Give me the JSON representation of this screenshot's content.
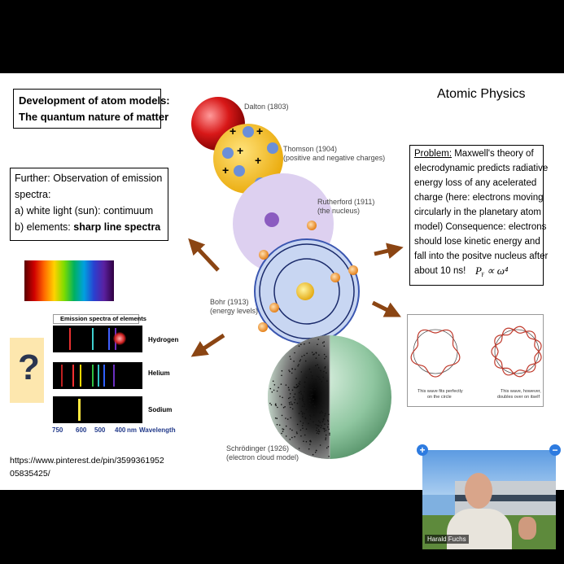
{
  "slide": {
    "title_box": {
      "line1": "Development of atom models:",
      "line2": "The quantum nature of matter"
    },
    "heading": "Atomic Physics",
    "left_box": {
      "line1": "Further: Observation of emission",
      "line2": "spectra:",
      "line3": "a) white light (sun): contimuum",
      "line4_prefix": "b) elements: ",
      "line4_bold": "sharp line spectra"
    },
    "emission": {
      "title": "Emission spectra of elements",
      "rows": [
        "Hydrogen",
        "Helium",
        "Sodium"
      ],
      "axis_ticks": [
        "750",
        "600",
        "500",
        "400",
        "nm"
      ],
      "axis_label": "Wavelength"
    },
    "question_mark": "?",
    "url": {
      "line1": "https://www.pinterest.de/pin/3599361952",
      "line2": "05835425/"
    },
    "atom_labels": {
      "dalton": "Dalton (1803)",
      "thomson_1": "Thomson (1904)",
      "thomson_2": "(positive and negative charges)",
      "rutherford_1": "Rutherford (1911)",
      "rutherford_2": "(the nucleus)",
      "bohr_1": "Bohr (1913)",
      "bohr_2": "(energy levels)",
      "schrodinger_1": "Schrödinger (1926)",
      "schrodinger_2": "(electron cloud model)"
    },
    "problem_box": {
      "label": "Problem:",
      "lines": [
        " Maxwell's theory  of",
        "elecrodynamic predicts radiative",
        "energy loss of any acelerated",
        "charge (here: electrons moving",
        "circularly in the planetary atom",
        "model) Consequence: electrons",
        "should lose kinetic energy and",
        "fall into the positve nucleus after",
        "about 10 ns!"
      ],
      "formula": "Pᵧ ∝ ω⁴"
    },
    "wave_captions": {
      "left_1": "This wave fits perfectly",
      "left_2": "on the circle",
      "right_1": "This wave, however,",
      "right_2": "doubles over on itself"
    }
  },
  "video": {
    "participant": "Harald Fuchs"
  },
  "colors": {
    "arrow": "#8b4513",
    "wave": "#c0392b"
  }
}
